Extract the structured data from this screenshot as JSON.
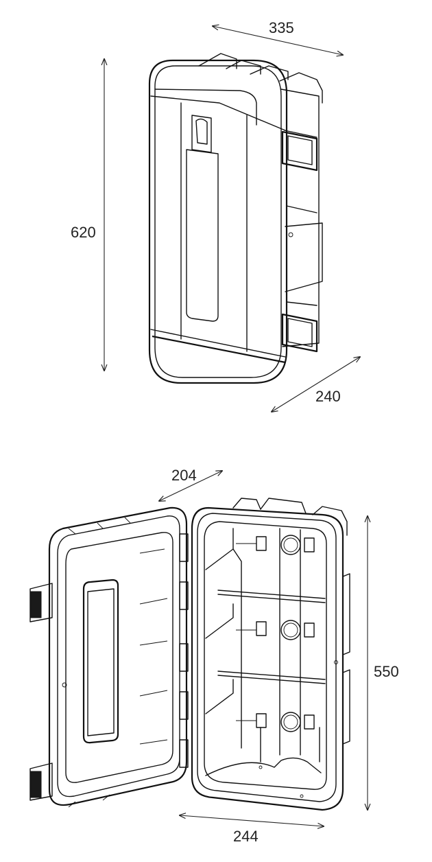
{
  "dimensions": {
    "closed": {
      "width": "335",
      "height": "620",
      "depth": "240"
    },
    "open": {
      "door_width": "204",
      "height": "550",
      "width": "244"
    }
  },
  "colors": {
    "line": "#111111",
    "background": "#ffffff",
    "handle_fill": "#1a1a1a"
  }
}
